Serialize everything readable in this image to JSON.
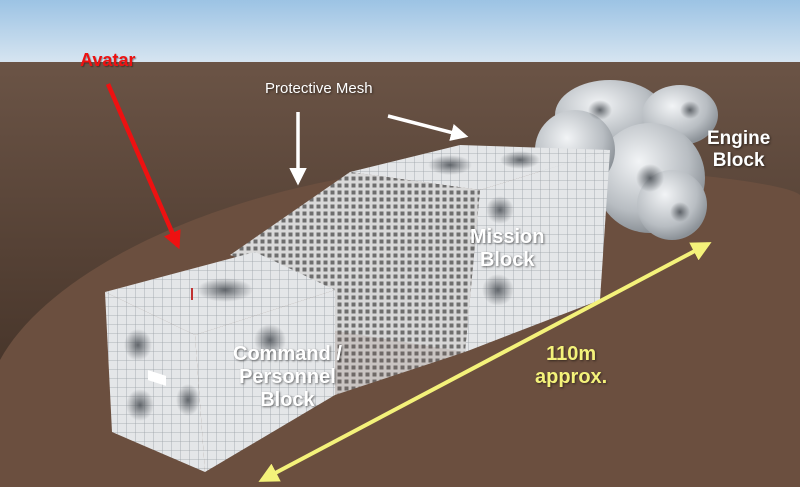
{
  "labels": {
    "avatar": "Avatar",
    "protective_mesh": "Protective Mesh",
    "engine_line1": "Engine",
    "engine_line2": "Block",
    "mission_line1": "Mission",
    "mission_line2": "Block",
    "command_line1": "Command /",
    "command_line2": "Personnel",
    "command_line3": "Block",
    "length_line1": "110m",
    "length_line2": "approx."
  },
  "colors": {
    "sky": "#b9d4e9",
    "ground": "#4e3a2e",
    "platform": "#6a4e3e",
    "avatar_arrow": "#ee1111",
    "pointer_arrows": "#ffffff",
    "length_arrow": "#f4f27a"
  }
}
